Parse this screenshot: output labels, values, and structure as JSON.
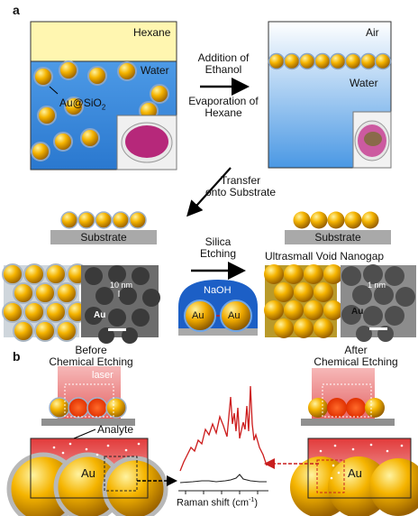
{
  "panel_a": {
    "letter": "a",
    "hexane": "Hexane",
    "water_left": "Water",
    "particle": "Au@SiO",
    "particle_sub": "2",
    "step1_line1": "Addition of",
    "step1_line2": "Ethanol",
    "step2_line1": "Evaporation of",
    "step2_line2": "Hexane",
    "air": "Air",
    "water_right": "Water",
    "transfer_line1": "Transfer",
    "transfer_line2": "onto Substrate",
    "substrate_left": "Substrate",
    "substrate_right": "Substrate",
    "silica_line1": "Silica",
    "silica_line2": "Etching",
    "void_title": "Ultrasmall Void Nanogap",
    "scale_left": "10 nm",
    "au_left": "Au",
    "naoh": "NaOH",
    "au_1": "Au",
    "au_2": "Au",
    "scale_right": "1 nm",
    "au_right": "Au"
  },
  "panel_b": {
    "letter": "b",
    "before_line1": "Before",
    "before_line2": "Chemical Etching",
    "after_line1": "After",
    "after_line2": "Chemical Etching",
    "laser": "laser",
    "analyte": "Analyte",
    "au_left": "Au",
    "au_right": "Au",
    "xlabel": "Raman shift (cm",
    "xlabel_sup": "-1",
    "xlabel_end": ")"
  },
  "colors": {
    "gold": "#f5b400",
    "water": "#3d8fe0",
    "hexane": "#fff6b0",
    "spectrum_red": "#cc1c1c",
    "laser_red": "#e84040",
    "etchant_blue": "#1c5fc6"
  }
}
